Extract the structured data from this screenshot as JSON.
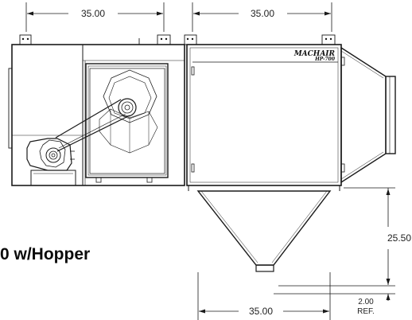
{
  "caption": "0 w/Hopper",
  "dimensions": {
    "top_left_width": "35.00",
    "top_right_width": "35.00",
    "bottom_width": "35.00",
    "hopper_height": "25.50",
    "ref_height": "2.00",
    "ref_label": "REF."
  },
  "logo": {
    "main": "MACHAIR",
    "sub": "HP-700"
  }
}
